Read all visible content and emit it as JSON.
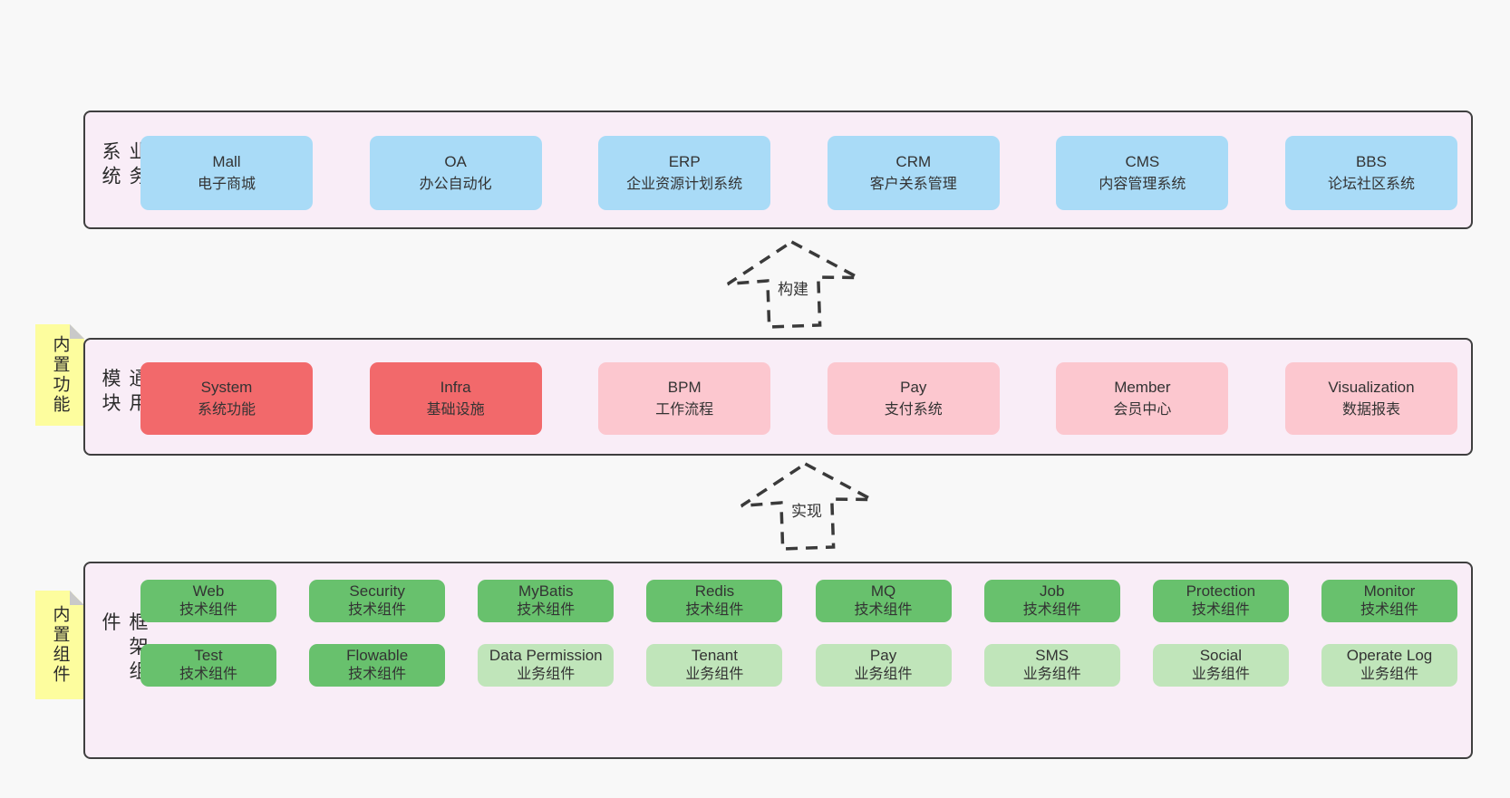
{
  "colors": {
    "page_bg": "#f8f8f8",
    "band_bg": "#f9edf7",
    "band_border": "#3f3f3f",
    "blue_box": "#a9dbf7",
    "red_box": "#f2696b",
    "pink_box": "#fcc7cf",
    "green_box": "#68c16d",
    "light_green_box": "#c0e5ba",
    "note_bg": "#fdfd9e",
    "note_fold": "#c9c9c9",
    "text": "#333333"
  },
  "arrows": [
    {
      "label": "构建"
    },
    {
      "label": "实现"
    }
  ],
  "bands": [
    {
      "label": "业务系统",
      "boxes": [
        {
          "title": "Mall",
          "subtitle": "电子商城"
        },
        {
          "title": "OA",
          "subtitle": "办公自动化"
        },
        {
          "title": "ERP",
          "subtitle": "企业资源计划系统"
        },
        {
          "title": "CRM",
          "subtitle": "客户关系管理"
        },
        {
          "title": "CMS",
          "subtitle": "内容管理系统"
        },
        {
          "title": "BBS",
          "subtitle": "论坛社区系统"
        }
      ]
    },
    {
      "label": "通用模块",
      "note": "内置功能",
      "boxes": [
        {
          "title": "System",
          "subtitle": "系统功能"
        },
        {
          "title": "Infra",
          "subtitle": "基础设施"
        },
        {
          "title": "BPM",
          "subtitle": "工作流程"
        },
        {
          "title": "Pay",
          "subtitle": "支付系统"
        },
        {
          "title": "Member",
          "subtitle": "会员中心"
        },
        {
          "title": "Visualization",
          "subtitle": "数据报表"
        }
      ]
    },
    {
      "label": "框架组件",
      "note": "内置组件",
      "rows": [
        [
          {
            "title": "Web",
            "subtitle": "技术组件"
          },
          {
            "title": "Security",
            "subtitle": "技术组件"
          },
          {
            "title": "MyBatis",
            "subtitle": "技术组件"
          },
          {
            "title": "Redis",
            "subtitle": "技术组件"
          },
          {
            "title": "MQ",
            "subtitle": "技术组件"
          },
          {
            "title": "Job",
            "subtitle": "技术组件"
          },
          {
            "title": "Protection",
            "subtitle": "技术组件"
          },
          {
            "title": "Monitor",
            "subtitle": "技术组件"
          }
        ],
        [
          {
            "title": "Test",
            "subtitle": "技术组件"
          },
          {
            "title": "Flowable",
            "subtitle": "技术组件"
          },
          {
            "title": "Data Permission",
            "subtitle": "业务组件"
          },
          {
            "title": "Tenant",
            "subtitle": "业务组件"
          },
          {
            "title": "Pay",
            "subtitle": "业务组件"
          },
          {
            "title": "SMS",
            "subtitle": "业务组件"
          },
          {
            "title": "Social",
            "subtitle": "业务组件"
          },
          {
            "title": "Operate Log",
            "subtitle": "业务组件"
          }
        ]
      ]
    }
  ]
}
